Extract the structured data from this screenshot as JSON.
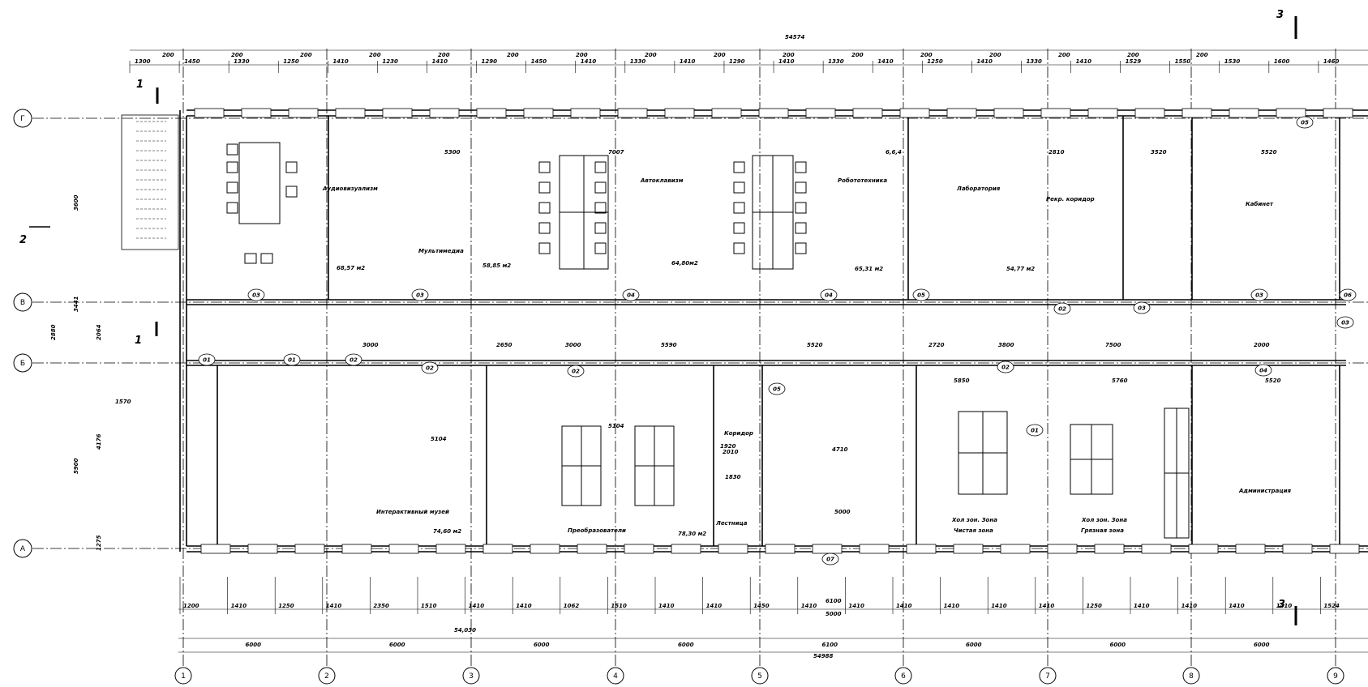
{
  "drawing": {
    "top_total": "54574",
    "bottom_total": "54988",
    "bottom_sub": "54,030",
    "section_cuts": [
      "1",
      "1",
      "2",
      "3",
      "3"
    ],
    "axes_cols": [
      "1",
      "2",
      "3",
      "4",
      "5",
      "6",
      "7",
      "8",
      "9"
    ],
    "axes_rows": [
      "Г",
      "В",
      "Б",
      "А"
    ],
    "left_dims": [
      "3600",
      "3441",
      "2064",
      "5900",
      "1275",
      "2880",
      "4176",
      "1570"
    ],
    "top_dims": [
      "1300",
      "1450",
      "1330",
      "1250",
      "1410",
      "1230",
      "1410",
      "1290",
      "1450",
      "1410",
      "1330",
      "1410",
      "1290",
      "1410",
      "1330",
      "1410",
      "1250",
      "1410",
      "1330",
      "1410",
      "1529",
      "1550",
      "1530",
      "1600",
      "1460"
    ],
    "top_small": [
      "200",
      "200",
      "200",
      "200",
      "200",
      "200",
      "200",
      "200",
      "200",
      "200",
      "200",
      "200",
      "200",
      "200",
      "200",
      "200"
    ],
    "bottom_dims": [
      "1200",
      "1410",
      "1250",
      "1410",
      "2350",
      "1510",
      "1410",
      "1410",
      "1062",
      "1510",
      "1410",
      "1410",
      "1450",
      "1410",
      "1410",
      "1410",
      "1410",
      "1410",
      "1410",
      "1250",
      "1410",
      "1410",
      "1410",
      "1410",
      "1524"
    ],
    "bottom_bays": [
      "6000",
      "6000",
      "6000",
      "6000",
      "6100",
      "6000",
      "6000",
      "6000"
    ],
    "rooms": [
      {
        "name": "Аудиовизуализм",
        "area": "68,57 м2"
      },
      {
        "name": "Мультимедиа",
        "area": ""
      },
      {
        "name": "Автоклавизм",
        "area": "58,85 м2"
      },
      {
        "name": "Робототехника",
        "area": "64,80м2"
      },
      {
        "name": "Лаборатория",
        "area": "65,31 м2"
      },
      {
        "name": "Рекр. коридор",
        "area": "54,77 м2"
      },
      {
        "name": "Кабинет",
        "area": ""
      },
      {
        "name": "Интерактивный музей",
        "area": "74,60 м2"
      },
      {
        "name": "Преобразователи",
        "area": "78,30 м2"
      },
      {
        "name": "Хол зон. Зона",
        "area": "Чистая зона"
      },
      {
        "name": "Хол зон. Зона",
        "area": "Грязная зона"
      },
      {
        "name": "Администрация",
        "area": ""
      },
      {
        "name": "Коридор",
        "area": ""
      },
      {
        "name": "Лестница",
        "area": ""
      }
    ],
    "door_marks": [
      "01",
      "01",
      "02",
      "02",
      "02",
      "02",
      "03",
      "03",
      "04",
      "04",
      "05",
      "02",
      "03",
      "03",
      "04",
      "03",
      "01",
      "07",
      "05",
      "05",
      "06"
    ],
    "inner_dims": [
      "5300",
      "7007",
      "6,6,4",
      "2810",
      "3520",
      "5520",
      "7500",
      "3000",
      "2650",
      "3000",
      "5590",
      "5520",
      "2720",
      "3800",
      "2000",
      "5850",
      "5760",
      "5520",
      "5104",
      "5104",
      "4710",
      "5000",
      "6100",
      "5000",
      "1920",
      "1830",
      "2010"
    ]
  }
}
